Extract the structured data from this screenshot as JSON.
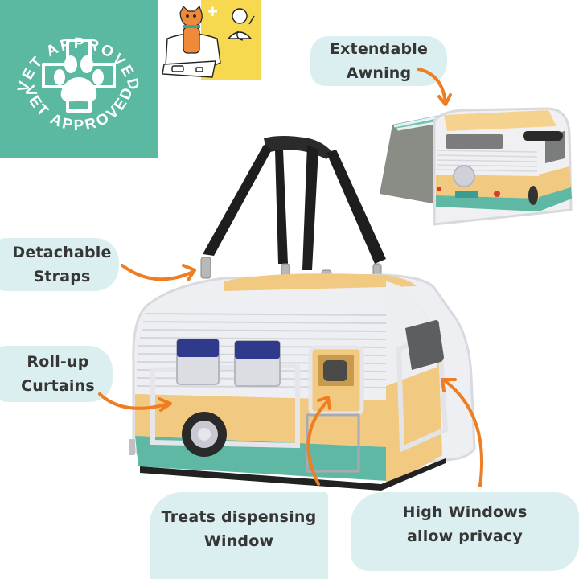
{
  "badge": {
    "text_top": "VET APPROVED",
    "text_bottom": "VET APPROVED",
    "background_color": "#5bb9a2",
    "icon": "paw-cross-icon"
  },
  "illustration": {
    "description": "cat in carrier plus veterinarian",
    "plus_sign": "+",
    "panel_color": "#f6d94f"
  },
  "callouts": {
    "awning": {
      "line1": "Extendable",
      "line2": "Awning"
    },
    "straps": {
      "line1": "Detachable",
      "line2": "Straps"
    },
    "curtains": {
      "line1": "Roll-up",
      "line2": "Curtains"
    },
    "treats": {
      "line1": "Treats dispensing",
      "line2": "Window"
    },
    "privacy": {
      "line1": "High Windows",
      "line2": "allow privacy"
    }
  },
  "colors": {
    "callout_bg": "#dceff0",
    "arrow": "#ef7d22",
    "bag_yellow": "#f2c980",
    "bag_teal": "#5fb8a3",
    "bag_stripe": "#e4e6ea",
    "window_blue": "#2f3a8c",
    "strap_black": "#1e1e1e"
  },
  "products": {
    "main": "camper-van pet carrier bag",
    "secondary": "carrier with extended mesh awning"
  }
}
